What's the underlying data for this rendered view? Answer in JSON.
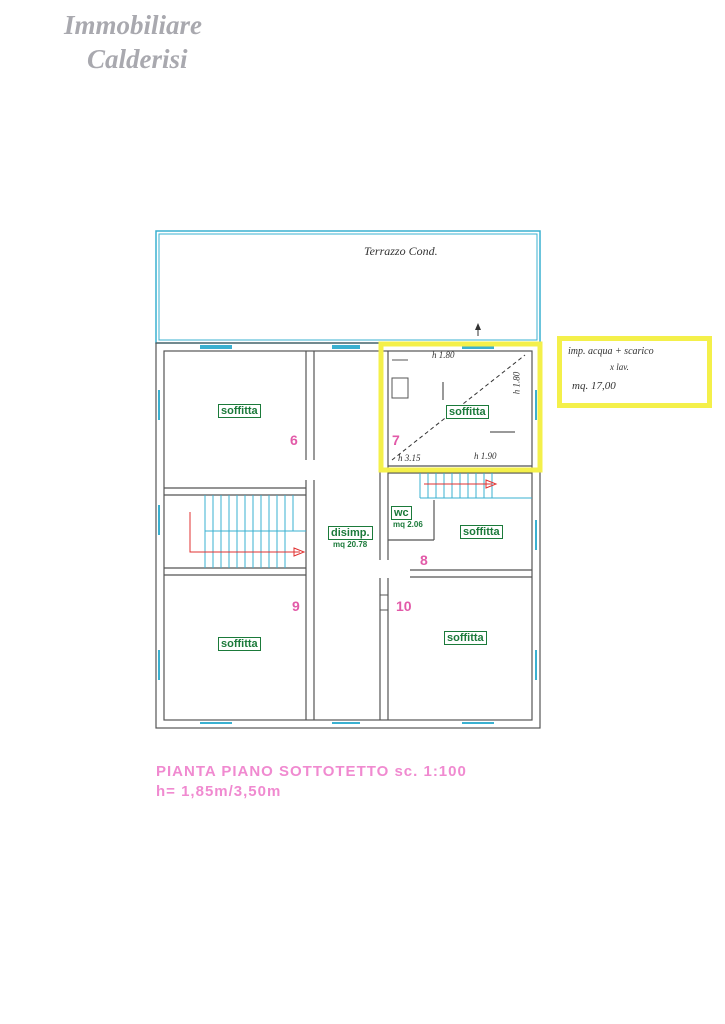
{
  "header": {
    "logo_line1": "Immobiliare",
    "logo_line2": "Calderisi"
  },
  "plan": {
    "terrace_label": "Terrazzo Cond.",
    "rooms": [
      {
        "id": "room-6",
        "label": "soffitta",
        "number": "6"
      },
      {
        "id": "room-7",
        "label": "soffitta",
        "number": "7"
      },
      {
        "id": "room-8",
        "label": "soffitta",
        "number": "8"
      },
      {
        "id": "room-9",
        "label": "soffitta",
        "number": "9"
      },
      {
        "id": "room-10",
        "label": "soffitta",
        "number": "10"
      }
    ],
    "corridor": {
      "label": "disimp.",
      "area": "mq 20.78"
    },
    "wc": {
      "label": "wc",
      "area": "mq 2.06"
    },
    "heights": {
      "h1": "h 1.80",
      "h2": "h 1.80",
      "h3": "h 3.15",
      "h4": "h 1.90"
    }
  },
  "annotation": {
    "line1": "imp. acqua + scarico",
    "line2": "x lav.",
    "line3": "mq. 17,00"
  },
  "footer": {
    "title_line1": "PIANTA PIANO SOTTOTETTO sc. 1:100",
    "title_line2": "h= 1,85m/3,50m"
  }
}
